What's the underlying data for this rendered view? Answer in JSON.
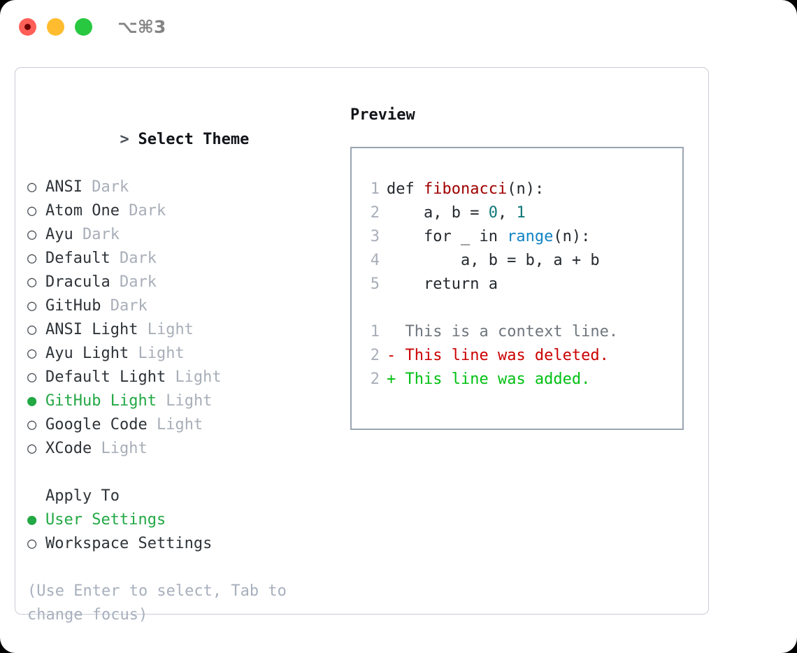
{
  "titlebar": {
    "shortcut": "⌥⌘3",
    "lights": [
      {
        "name": "close",
        "color": "#ff5f57"
      },
      {
        "name": "minimize",
        "color": "#febc2e"
      },
      {
        "name": "maximize",
        "color": "#28c840"
      }
    ]
  },
  "theme_panel": {
    "header_marker": ">",
    "header": "Select Theme",
    "marker_unselected": "○",
    "marker_selected": "●",
    "items": [
      {
        "name": "ANSI",
        "variant": "Dark",
        "selected": false
      },
      {
        "name": "Atom One",
        "variant": "Dark",
        "selected": false
      },
      {
        "name": "Ayu",
        "variant": "Dark",
        "selected": false
      },
      {
        "name": "Default",
        "variant": "Dark",
        "selected": false
      },
      {
        "name": "Dracula",
        "variant": "Dark",
        "selected": false
      },
      {
        "name": "GitHub",
        "variant": "Dark",
        "selected": false
      },
      {
        "name": "ANSI Light",
        "variant": "Light",
        "selected": false
      },
      {
        "name": "Ayu Light",
        "variant": "Light",
        "selected": false
      },
      {
        "name": "Default Light",
        "variant": "Light",
        "selected": false
      },
      {
        "name": "GitHub Light",
        "variant": "Light",
        "selected": true
      },
      {
        "name": "Google Code",
        "variant": "Light",
        "selected": false
      },
      {
        "name": "XCode",
        "variant": "Light",
        "selected": false
      }
    ]
  },
  "apply_to": {
    "label": "Apply To",
    "options": [
      {
        "label": "User Settings",
        "selected": true
      },
      {
        "label": "Workspace Settings",
        "selected": false
      }
    ]
  },
  "hint": "(Use Enter to select, Tab to change focus)",
  "preview": {
    "title": "Preview",
    "code_lines": [
      {
        "no": "1",
        "tokens": [
          {
            "text": "def ",
            "type": "plain"
          },
          {
            "text": "fibonacci",
            "type": "fn"
          },
          {
            "text": "(n):",
            "type": "plain"
          }
        ]
      },
      {
        "no": "2",
        "tokens": [
          {
            "text": "    a, b = ",
            "type": "plain"
          },
          {
            "text": "0",
            "type": "num"
          },
          {
            "text": ", ",
            "type": "plain"
          },
          {
            "text": "1",
            "type": "num"
          }
        ]
      },
      {
        "no": "3",
        "tokens": [
          {
            "text": "    for _ in ",
            "type": "plain"
          },
          {
            "text": "range",
            "type": "builtin"
          },
          {
            "text": "(n):",
            "type": "plain"
          }
        ]
      },
      {
        "no": "4",
        "tokens": [
          {
            "text": "        a, b = b, a + b",
            "type": "plain"
          }
        ]
      },
      {
        "no": "5",
        "tokens": [
          {
            "text": "    return a",
            "type": "plain"
          }
        ]
      }
    ],
    "diff_lines": [
      {
        "no": "1",
        "sign": "  ",
        "text": "This is a context line.",
        "kind": "context"
      },
      {
        "no": "2",
        "sign": "- ",
        "text": "This line was deleted.",
        "kind": "del"
      },
      {
        "no": "2",
        "sign": "+ ",
        "text": "This line was added.",
        "kind": "add"
      }
    ]
  },
  "colors": {
    "accent_green": "#22a844",
    "diff_add": "#00c012",
    "diff_del": "#cc0000",
    "muted": "#a8aeb8",
    "keyword_fn": "#a00000",
    "number": "#0d7777",
    "builtin": "#1083c4",
    "border": "#9aa5b1"
  }
}
